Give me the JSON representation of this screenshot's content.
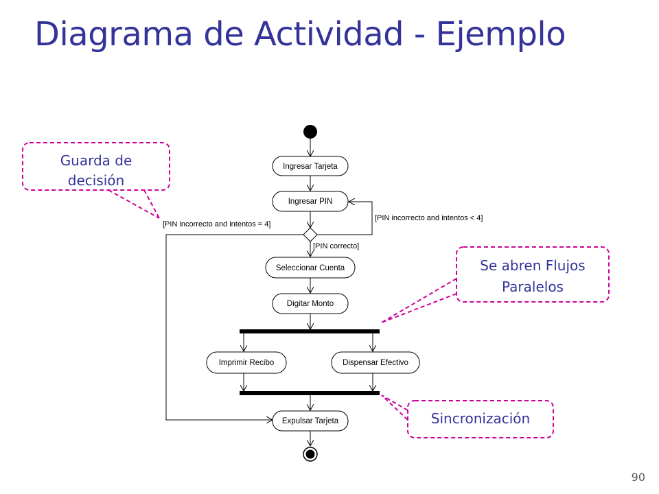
{
  "slide": {
    "title": "Diagrama de Actividad - Ejemplo",
    "page_number": "90"
  },
  "activities": {
    "ingresar_tarjeta": "Ingresar Tarjeta",
    "ingresar_pin": "Ingresar PIN",
    "seleccionar_cuenta": "Seleccionar Cuenta",
    "digitar_monto": "Digitar Monto",
    "imprimir_recibo": "Imprimir Recibo",
    "dispensar_efectivo": "Dispensar Efectivo",
    "expulsar_tarjeta": "Expulsar Tarjeta"
  },
  "guards": {
    "pin_incorrecto_4": "[PIN incorrecto and intentos = 4]",
    "pin_incorrecto_lt4": "[PIN incorrecto and intentos < 4]",
    "pin_correcto": "[PIN correcto]"
  },
  "callouts": {
    "guarda_line1": "Guarda de",
    "guarda_line2": "decisión",
    "flujos_line1": "Se abren Flujos",
    "flujos_line2": "Paralelos",
    "sincronizacion": "Sincronización"
  },
  "colors": {
    "title": "#333399",
    "callout_border": "#cc0099",
    "callout_text": "#333399"
  }
}
